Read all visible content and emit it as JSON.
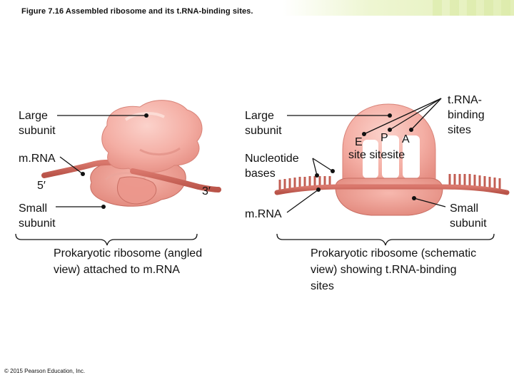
{
  "figure_title": "Figure 7.16 Assembled ribosome and its t.RNA-binding sites.",
  "left_panel": {
    "large_subunit": "Large\nsubunit",
    "mrna": "m.RNA",
    "five_prime": "5′",
    "three_prime": "3′",
    "small_subunit": "Small\nsubunit",
    "caption": "Prokaryotic ribosome (angled view) attached to m.RNA"
  },
  "right_panel": {
    "large_subunit": "Large\nsubunit",
    "nucleotide_bases": "Nucleotide\nbases",
    "mrna": "m.RNA",
    "trna_binding_sites": "t.RNA-\nbinding\nsites",
    "site_e": "E",
    "site_p": "P",
    "site_a": "A",
    "site_words": "site sitesite",
    "small_subunit": "Small\nsubunit",
    "caption": "Prokaryotic ribosome (schematic view) showing t.RNA-binding sites"
  },
  "copyright": "© 2015 Pearson Education, Inc.",
  "colors": {
    "ribosome_light": "#f6b7ae",
    "ribosome_mid": "#ef9b91",
    "ribosome_dark": "#d9766c",
    "mrna": "#cf6a5f",
    "bar_accent": "#d9e9a4"
  }
}
